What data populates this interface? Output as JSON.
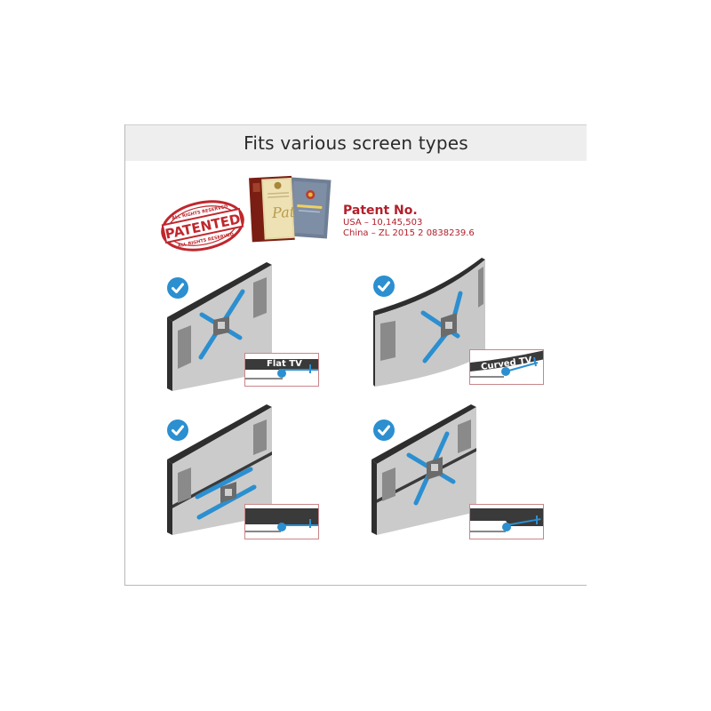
{
  "header": {
    "title": "Fits various screen types"
  },
  "patent": {
    "stamp_main": "PATENTED",
    "stamp_ring": "ALL RIGHTS RESERVED",
    "title": "Patent No.",
    "lines": [
      "USA – 10,145,503",
      "China – ZL 2015 2 0838239.6"
    ]
  },
  "panels": [
    {
      "id": "flat-tv",
      "label": "Flat TV",
      "supported": true
    },
    {
      "id": "curved-tv",
      "label": "Curved TV",
      "supported": true
    },
    {
      "id": "flat-tv-recessed-bottom",
      "label": "",
      "supported": true
    },
    {
      "id": "flat-tv-recessed-middle",
      "label": "",
      "supported": true
    }
  ],
  "colors": {
    "accent_blue": "#2b8fd0",
    "patent_red": "#b2202a",
    "tv_gray": "#c8c8c8",
    "tv_edge": "#3a3a3a",
    "header_bg": "#eeeeee",
    "inset_border": "#c9868a"
  }
}
